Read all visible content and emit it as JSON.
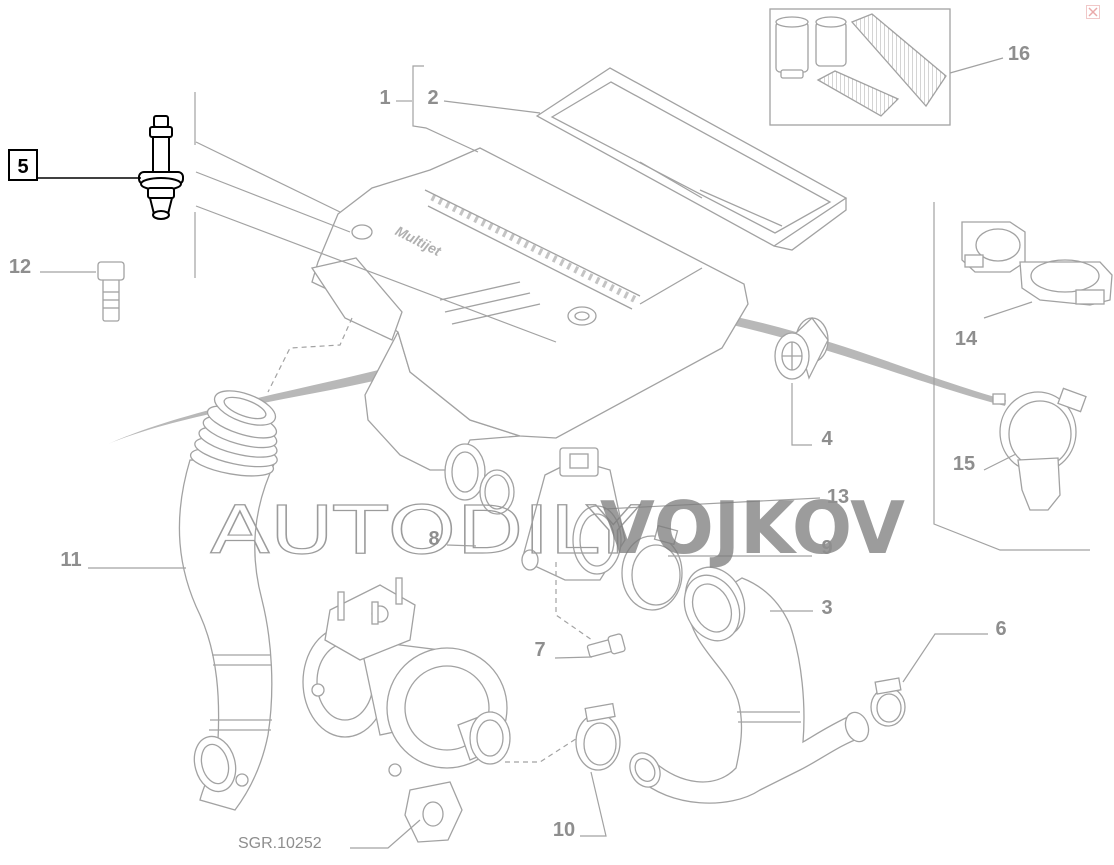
{
  "window": {
    "close_icon": "close-icon"
  },
  "diagram": {
    "callouts": [
      {
        "label": "1"
      },
      {
        "label": "2"
      },
      {
        "label": "3"
      },
      {
        "label": "4"
      },
      {
        "label": "5",
        "highlighted": true
      },
      {
        "label": "6"
      },
      {
        "label": "7"
      },
      {
        "label": "8"
      },
      {
        "label": "9"
      },
      {
        "label": "10"
      },
      {
        "label": "11"
      },
      {
        "label": "12"
      },
      {
        "label": "13"
      },
      {
        "label": "14"
      },
      {
        "label": "15"
      },
      {
        "label": "16"
      }
    ],
    "drawing_reference": "SGR.10252",
    "logo_lettering": "Multijet"
  },
  "watermark": {
    "thin_text": "AUTODILY",
    "bold_text": "VOJKOV"
  },
  "colors": {
    "line": "#a2a2a2",
    "label": "#8e8e8e",
    "highlight": "#000000",
    "watermark_thin": "#9c9c9c",
    "watermark_bold": "#7c7c7c",
    "swoosh": "#b8b8b8",
    "close": "#e9aaaa"
  }
}
